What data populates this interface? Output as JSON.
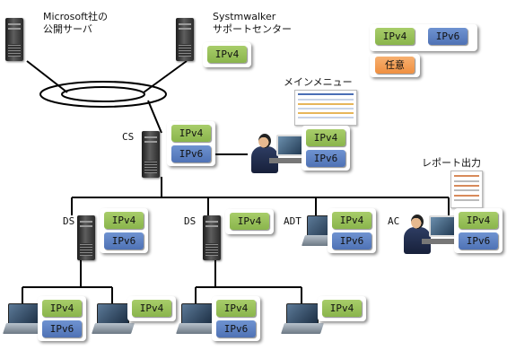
{
  "nodes": {
    "ms_server_label": [
      "Microsoft社の",
      "公開サーバ"
    ],
    "support_label": [
      "Systmwalker",
      "サポートセンター"
    ],
    "cs_label": "CS",
    "ds1_label": "DS",
    "ds2_label": "DS",
    "adt_label": "ADT",
    "ac_label": "AC",
    "main_menu_label": "メインメニュー",
    "report_label": "レポート出力"
  },
  "legend": {
    "ipv4": "IPv4",
    "ipv6": "IPv6",
    "optional": "任意"
  },
  "badges": {
    "ipv4": "IPv4",
    "ipv6": "IPv6"
  },
  "colors": {
    "ipv4": "#9bc25b",
    "ipv6": "#5d80c3",
    "optional": "#f4a05a"
  },
  "icons": [
    "server-tower-icon",
    "laptop-icon",
    "operator-at-pc-icon",
    "document-thumbnail-icon",
    "network-ring-icon"
  ]
}
